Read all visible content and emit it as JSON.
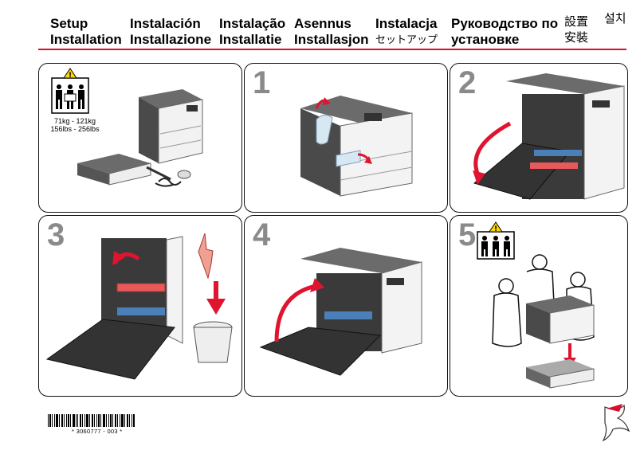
{
  "header": {
    "col1": [
      "Setup",
      "Installation"
    ],
    "col2": [
      "Instalación",
      "Installazione"
    ],
    "col3": [
      "Instalação",
      "Installatie"
    ],
    "col4": [
      "Asennus",
      "Installasjon"
    ],
    "col5": [
      "Instalacja",
      "セットアップ"
    ],
    "col6": [
      "Руководство по",
      "установке"
    ],
    "col7": [
      "設置",
      "安裝"
    ],
    "col8": [
      "설치"
    ]
  },
  "panels": {
    "intro": {
      "weight_kg": "71kg - 121kg",
      "weight_lbs": "156lbs - 256lbs"
    },
    "step1": {
      "number": "1"
    },
    "step2": {
      "number": "2"
    },
    "step3": {
      "number": "3"
    },
    "step4": {
      "number": "4"
    },
    "step5": {
      "number": "5"
    }
  },
  "footer": {
    "barcode_text": "* 3060777 - 003 *"
  },
  "colors": {
    "accent": "#d5102e",
    "arrow_red": "#e0142e",
    "step_number": "#8a8a8a"
  }
}
